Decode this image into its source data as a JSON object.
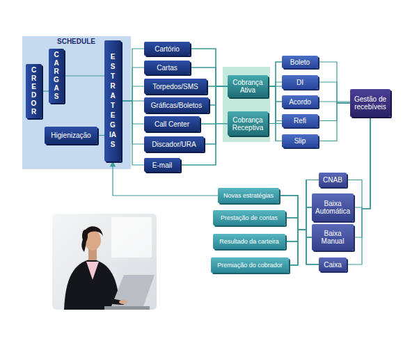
{
  "diagram": {
    "nodes": [
      {
        "text": [
          "SCHEDULE"
        ]
      },
      {
        "text": [
          "CREDOR"
        ],
        "in": 0
      },
      {
        "text": [
          "CARGAS"
        ],
        "in": 0
      },
      {
        "text": [
          "Higienização"
        ],
        "in": 0
      },
      {
        "text": [
          "ESTRATEGIAS"
        ],
        "in": 0
      },
      {
        "text": [
          "Cartório"
        ]
      },
      {
        "text": [
          "Cartas"
        ]
      },
      {
        "text": [
          "Torpedos/SMS"
        ]
      },
      {
        "text": [
          "Gráficas/Boletos"
        ]
      },
      {
        "text": [
          "Call Center"
        ]
      },
      {
        "text": [
          "Discador/URA"
        ]
      },
      {
        "text": [
          "E-mail"
        ]
      },
      {
        "text": [
          "Cobrança Ativa"
        ]
      },
      {
        "text": [
          "Cobrança Receptiva"
        ]
      },
      {
        "text": [
          "Boleto"
        ]
      },
      {
        "text": [
          "DI"
        ]
      },
      {
        "text": [
          "Acordo"
        ]
      },
      {
        "text": [
          "Refi"
        ]
      },
      {
        "text": [
          "Slip"
        ]
      },
      {
        "text": [
          "Gestão de recebíveis"
        ]
      },
      {
        "text": [
          "Novas estratégias"
        ]
      },
      {
        "text": [
          "Prestação de contas"
        ]
      },
      {
        "text": [
          "Resultado da carteira"
        ]
      },
      {
        "text": [
          "Premiação do cobrador"
        ]
      },
      {
        "text": [
          "CNAB"
        ]
      },
      {
        "text": [
          "Baixa Automática"
        ]
      },
      {
        "text": [
          "Baixa Manual"
        ]
      },
      {
        "text": [
          "Caixa"
        ]
      }
    ],
    "edges": [
      {
        "from": 1,
        "to": 2,
        "arrow": "none"
      },
      {
        "from": 2,
        "to": 4,
        "arrow": "none"
      },
      {
        "from": 3,
        "to": 4,
        "arrow": "none"
      },
      {
        "from": 4,
        "to": 5,
        "arrow": "none"
      },
      {
        "from": 4,
        "to": 6,
        "arrow": "none"
      },
      {
        "from": 4,
        "to": 7,
        "arrow": "none"
      },
      {
        "from": 4,
        "to": 8,
        "arrow": "none"
      },
      {
        "from": 4,
        "to": 9,
        "arrow": "none"
      },
      {
        "from": 4,
        "to": 10,
        "arrow": "none"
      },
      {
        "from": 4,
        "to": 11,
        "arrow": "none"
      },
      {
        "from": 5,
        "to": 12,
        "arrow": "none"
      },
      {
        "from": 5,
        "to": 13,
        "arrow": "none"
      },
      {
        "from": 6,
        "to": 12,
        "arrow": "none"
      },
      {
        "from": 6,
        "to": 13,
        "arrow": "none"
      },
      {
        "from": 7,
        "to": 12,
        "arrow": "none"
      },
      {
        "from": 7,
        "to": 13,
        "arrow": "none"
      },
      {
        "from": 8,
        "to": 12,
        "arrow": "none"
      },
      {
        "from": 8,
        "to": 13,
        "arrow": "none"
      },
      {
        "from": 9,
        "to": 12,
        "arrow": "none"
      },
      {
        "from": 9,
        "to": 13,
        "arrow": "none"
      },
      {
        "from": 10,
        "to": 12,
        "arrow": "none"
      },
      {
        "from": 10,
        "to": 13,
        "arrow": "none"
      },
      {
        "from": 11,
        "to": 12,
        "arrow": "none"
      },
      {
        "from": 11,
        "to": 13,
        "arrow": "none"
      },
      {
        "from": 12,
        "to": 14,
        "arrow": "none"
      },
      {
        "from": 12,
        "to": 15,
        "arrow": "none"
      },
      {
        "from": 12,
        "to": 16,
        "arrow": "none"
      },
      {
        "from": 12,
        "to": 17,
        "arrow": "none"
      },
      {
        "from": 12,
        "to": 18,
        "arrow": "none"
      },
      {
        "from": 13,
        "to": 14,
        "arrow": "none"
      },
      {
        "from": 13,
        "to": 15,
        "arrow": "none"
      },
      {
        "from": 13,
        "to": 16,
        "arrow": "none"
      },
      {
        "from": 13,
        "to": 17,
        "arrow": "none"
      },
      {
        "from": 13,
        "to": 18,
        "arrow": "none"
      },
      {
        "from": 14,
        "to": 19,
        "arrow": "none"
      },
      {
        "from": 15,
        "to": 19,
        "arrow": "none"
      },
      {
        "from": 16,
        "to": 19,
        "arrow": "none"
      },
      {
        "from": 17,
        "to": 19,
        "arrow": "none"
      },
      {
        "from": 18,
        "to": 19,
        "arrow": "none"
      },
      {
        "from": 19,
        "to": 24,
        "arrow": "none"
      },
      {
        "from": 19,
        "to": 25,
        "arrow": "none"
      },
      {
        "from": 19,
        "to": 26,
        "arrow": "none"
      },
      {
        "from": 19,
        "to": 27,
        "arrow": "none"
      },
      {
        "from": 24,
        "to": 20,
        "arrow": "none"
      },
      {
        "from": 24,
        "to": 21,
        "arrow": "none"
      },
      {
        "from": 24,
        "to": 22,
        "arrow": "none"
      },
      {
        "from": 24,
        "to": 23,
        "arrow": "none"
      },
      {
        "from": 25,
        "to": 20,
        "arrow": "none"
      },
      {
        "from": 25,
        "to": 21,
        "arrow": "none"
      },
      {
        "from": 25,
        "to": 22,
        "arrow": "none"
      },
      {
        "from": 25,
        "to": 23,
        "arrow": "none"
      },
      {
        "from": 26,
        "to": 20,
        "arrow": "none"
      },
      {
        "from": 26,
        "to": 21,
        "arrow": "none"
      },
      {
        "from": 26,
        "to": 22,
        "arrow": "none"
      },
      {
        "from": 26,
        "to": 23,
        "arrow": "none"
      },
      {
        "from": 27,
        "to": 20,
        "arrow": "none"
      },
      {
        "from": 27,
        "to": 21,
        "arrow": "none"
      },
      {
        "from": 27,
        "to": 22,
        "arrow": "none"
      },
      {
        "from": 27,
        "to": 23,
        "arrow": "none"
      },
      {
        "from": 20,
        "to": 4,
        "arrow": "to"
      }
    ]
  }
}
